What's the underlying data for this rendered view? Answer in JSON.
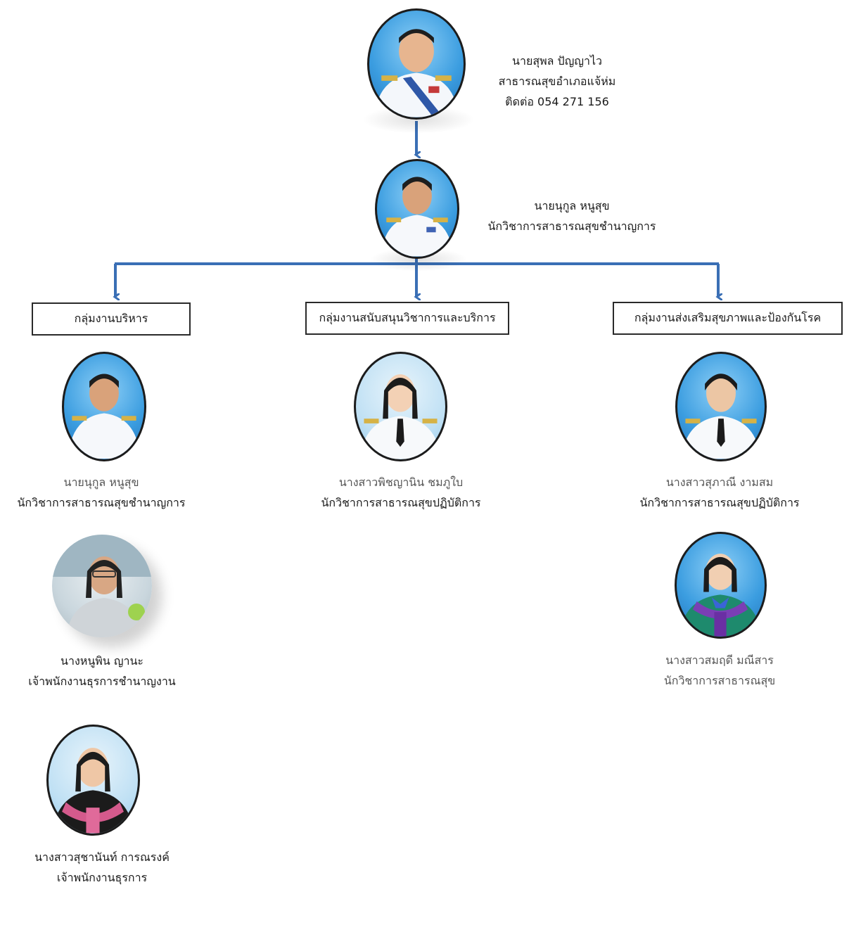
{
  "head": {
    "name": "นายสุพล ปัญญาไว",
    "title": "สาธารณสุขอำเภอแจ้ห่ม",
    "contact": "ติดต่อ 054 271 156"
  },
  "deputy": {
    "name": "นายนุกูล หนูสุข",
    "title": "นักวิชาการสาธารณสุขชำนาญการ"
  },
  "groups": [
    {
      "label": "กลุ่มงานบริหาร",
      "members": [
        {
          "name": "นายนุกูล หนูสุข",
          "title": "นักวิชาการสาธารณสุขชำนาญการ"
        },
        {
          "name": "นางหนูพิน ญานะ",
          "title": "เจ้าพนักงานธุรการชำนาญงาน"
        },
        {
          "name": "นางสาวสุชานันท์ การณรงค์",
          "title": "เจ้าพนักงานธุรการ"
        }
      ]
    },
    {
      "label": "กลุ่มงานสนับสนุนวิชาการและบริการ",
      "members": [
        {
          "name": "นางสาวพิชญานิน ชมภูใบ",
          "title": "นักวิชาการสาธารณสุขปฏิบัติการ"
        }
      ]
    },
    {
      "label": "กลุ่มงานส่งเสริมสุขภาพและป้องกันโรค",
      "members": [
        {
          "name": "นางสาวสุภาณี งามสม",
          "title": "นักวิชาการสาธารณสุขปฏิบัติการ"
        },
        {
          "name": "นางสาวสมฤดี มณีสาร",
          "title": "นักวิชาการสาธารณสุข"
        }
      ]
    }
  ],
  "colors": {
    "connector": "#3a6fb5",
    "box_border": "#2a2a2a"
  }
}
